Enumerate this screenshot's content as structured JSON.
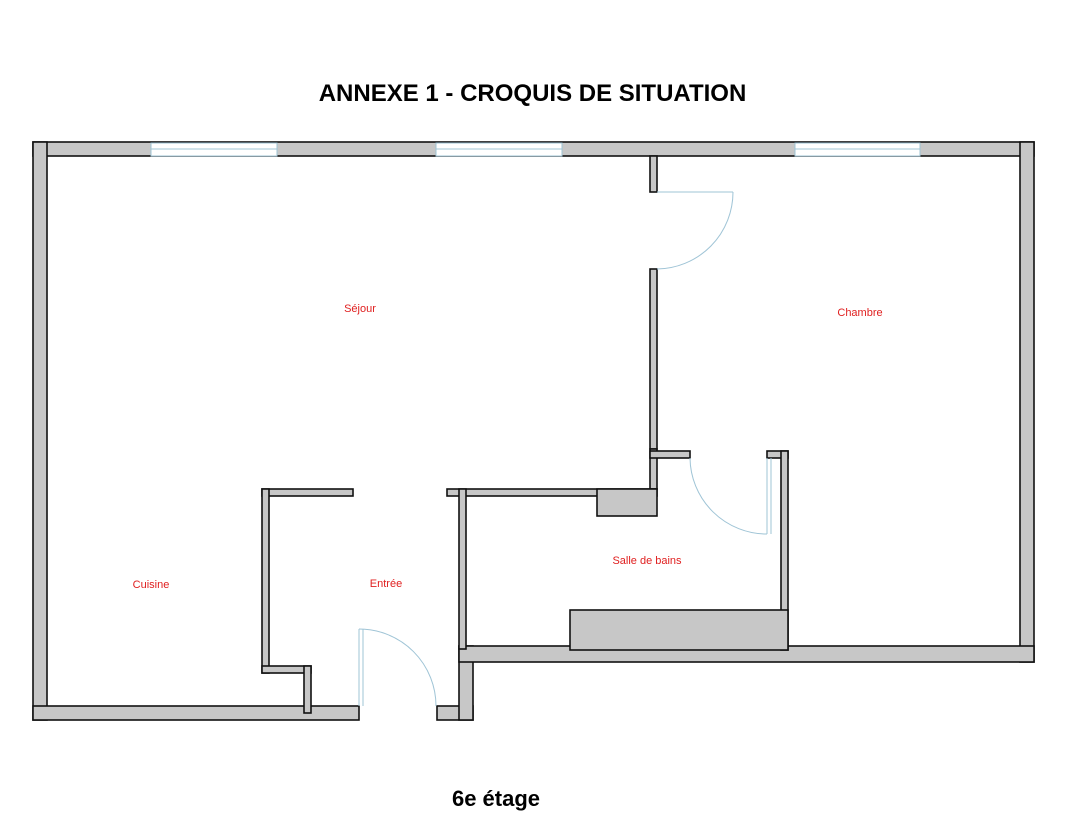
{
  "header": {
    "title": "ANNEXE 1 - CROQUIS DE SITUATION"
  },
  "footer": {
    "floor": "6e étage"
  },
  "rooms": {
    "sejour": "Séjour",
    "chambre": "Chambre",
    "cuisine": "Cuisine",
    "entree": "Entrée",
    "salle_de_bains": "Salle de bains"
  },
  "colors": {
    "wall_fill": "#c7c7c7",
    "wall_outline": "#111111",
    "label_text": "#e02020",
    "door_window_line": "#9fc4d6"
  }
}
